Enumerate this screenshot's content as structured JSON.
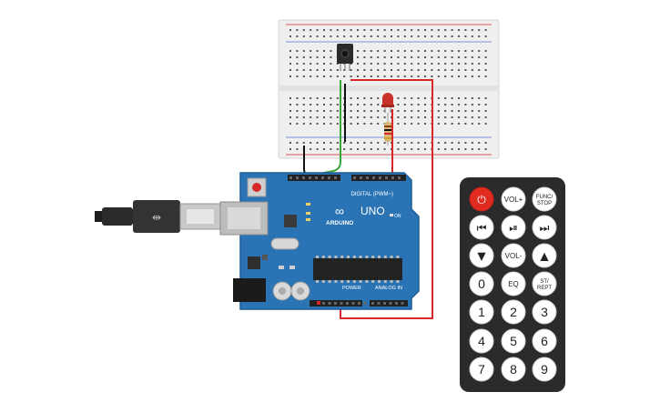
{
  "colors": {
    "board": "#2a73b5",
    "board_dark": "#1d5d96",
    "wire_red": "#d62828",
    "wire_green": "#3aa63a",
    "wire_black": "#111111",
    "remote_body": "#2b2b2b",
    "power_button": "#e02b20",
    "breadboard": "#eeeeee"
  },
  "arduino": {
    "brand": "ARDUINO",
    "model": "UNO",
    "digital_label": "DIGITAL (PWM~)",
    "power_label": "POWER",
    "analog_label": "ANALOG IN",
    "on_label": "ON"
  },
  "remote": {
    "buttons": [
      {
        "label": "",
        "icon": "power-icon"
      },
      {
        "label": "VOL+",
        "icon": ""
      },
      {
        "label": "FUNC/STOP",
        "icon": ""
      },
      {
        "label": "",
        "icon": "previous-track-icon"
      },
      {
        "label": "",
        "icon": "play-pause-icon"
      },
      {
        "label": "",
        "icon": "next-track-icon"
      },
      {
        "label": "",
        "icon": "arrow-down-icon"
      },
      {
        "label": "VOL-",
        "icon": ""
      },
      {
        "label": "",
        "icon": "arrow-up-icon"
      },
      {
        "label": "0",
        "icon": ""
      },
      {
        "label": "EQ",
        "icon": ""
      },
      {
        "label": "ST/REPT",
        "icon": ""
      },
      {
        "label": "1",
        "icon": ""
      },
      {
        "label": "2",
        "icon": ""
      },
      {
        "label": "3",
        "icon": ""
      },
      {
        "label": "4",
        "icon": ""
      },
      {
        "label": "5",
        "icon": ""
      },
      {
        "label": "6",
        "icon": ""
      },
      {
        "label": "7",
        "icon": ""
      },
      {
        "label": "8",
        "icon": ""
      },
      {
        "label": "9",
        "icon": ""
      }
    ]
  }
}
